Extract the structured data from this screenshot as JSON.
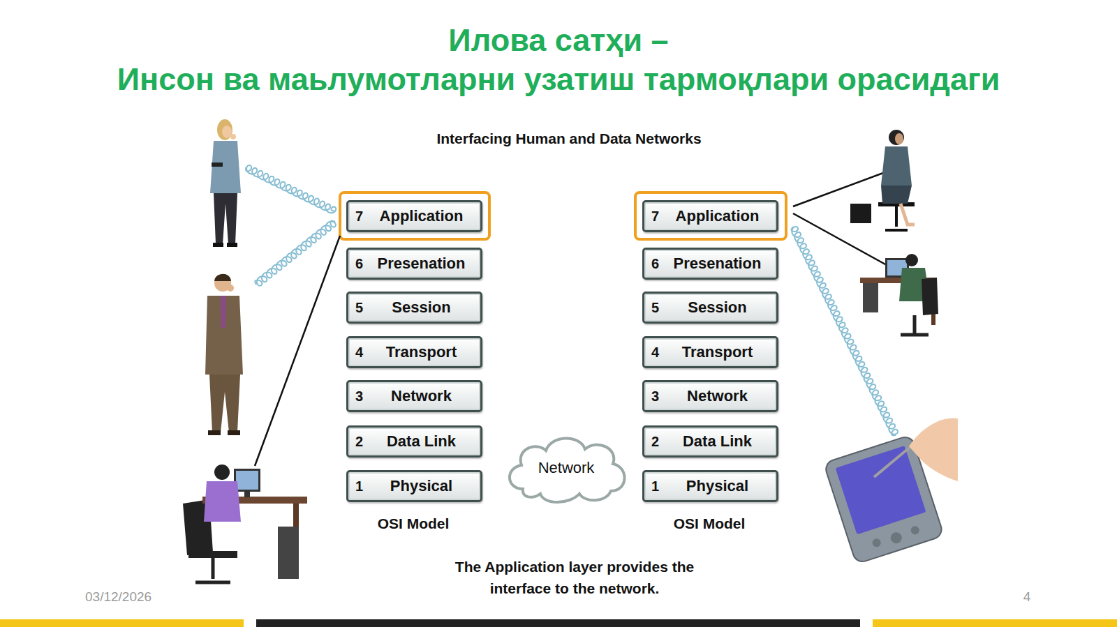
{
  "diagram": {
    "title": "Илова сатҳи – Инсон ва маьлумотларни узатиш тармоқлари орасидаги",
    "caption": "The Application layer provides the interface to the network.",
    "nodes": [
      {
        "text": [
          "7",
          "Application"
        ]
      },
      {
        "text": [
          "6",
          "Presenation"
        ]
      },
      {
        "text": [
          "5",
          "Session"
        ]
      },
      {
        "text": [
          "4",
          "Transport"
        ]
      },
      {
        "text": [
          "3",
          "Network"
        ]
      },
      {
        "text": [
          "2",
          "Data Link"
        ]
      },
      {
        "text": [
          "1",
          "Physical"
        ]
      },
      {
        "text": [
          "Network"
        ]
      },
      {
        "text": [
          "7",
          "Application"
        ]
      },
      {
        "text": [
          "6",
          "Presenation"
        ]
      },
      {
        "text": [
          "5",
          "Session"
        ]
      },
      {
        "text": [
          "4",
          "Transport"
        ]
      },
      {
        "text": [
          "3",
          "Network"
        ]
      },
      {
        "text": [
          "2",
          "Data Link"
        ]
      },
      {
        "text": [
          "1",
          "Physical"
        ]
      }
    ],
    "labels": [
      "Interfacing Human and Data Networks",
      "OSI Model",
      "OSI Model",
      "03/12/2026",
      "4"
    ]
  }
}
